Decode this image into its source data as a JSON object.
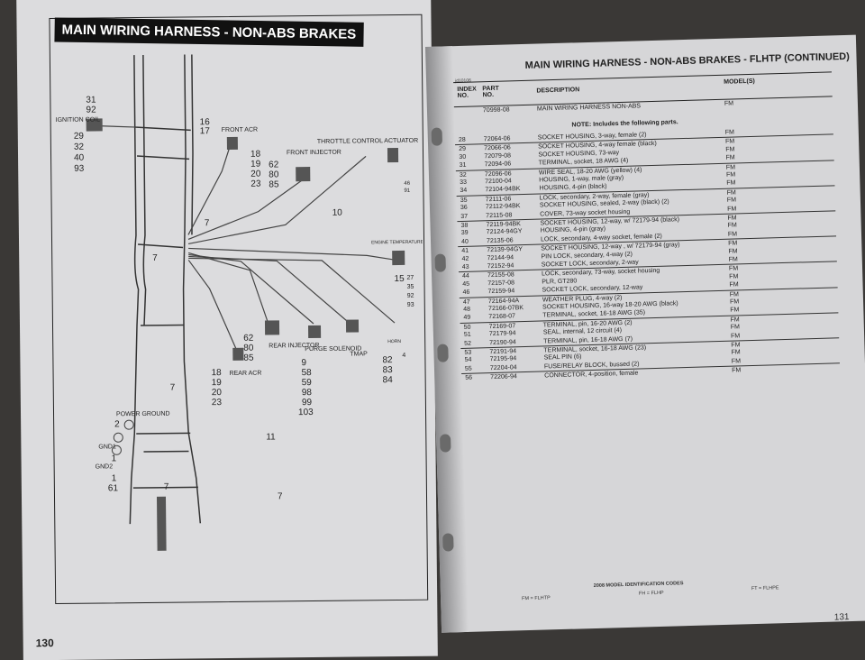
{
  "left_page": {
    "title": "MAIN WIRING HARNESS - NON-ABS BRAKES",
    "page_number": "130",
    "callouts": {
      "ignition_coil": "IGNITION COIL",
      "ign_nums_top": [
        "31",
        "92"
      ],
      "ign_nums_bottom": [
        "29",
        "32",
        "40",
        "93"
      ],
      "n16_17": [
        "16",
        "17"
      ],
      "front_acr": "FRONT ACR",
      "front_acr_nums": [
        "18",
        "19",
        "20",
        "23"
      ],
      "front_injector": "FRONT INJECTOR",
      "front_injector_nums": [
        "62",
        "80",
        "85"
      ],
      "throttle": "THROTTLE CONTROL ACTUATOR",
      "throttle_nums": [
        "46",
        "91"
      ],
      "n10": "10",
      "n7": "7",
      "engine_temp": "ENGINE TEMPERATURE",
      "n15": "15",
      "engine_temp_nums": [
        "27",
        "35",
        "92",
        "93"
      ],
      "rear_injector": "REAR INJECTOR",
      "rear_injector_nums": [
        "62",
        "80",
        "85"
      ],
      "purge_solenoid": "PURGE SOLENOID",
      "purge_nums": [
        "9",
        "58",
        "59",
        "98",
        "99",
        "103"
      ],
      "tmap": "TMAP",
      "tmap_nums": [
        "82",
        "83",
        "84"
      ],
      "horn": "HORN",
      "n4": "4",
      "rear_acr": "REAR ACR",
      "rear_acr_nums": [
        "18",
        "19",
        "20",
        "23"
      ],
      "power_ground": "POWER GROUND",
      "n2": "2",
      "gnd1": "GND1",
      "n1": "1",
      "gnd2": "GND2",
      "gnd2_nums": [
        "1",
        "61"
      ],
      "n11": "11"
    }
  },
  "right_page": {
    "title": "MAIN WIRING HARNESS - NON-ABS BRAKES - FLHTP (CONTINUED)",
    "code": "jd10106",
    "headers": {
      "index": "INDEX NO.",
      "part": "PART NO.",
      "description": "DESCRIPTION",
      "models": "MODEL(S)"
    },
    "main_row": {
      "part": "70998-08",
      "description": "MAIN WIRING HARNESS NON-ABS",
      "model": "FM"
    },
    "note": "NOTE: Includes the following parts.",
    "rows": [
      {
        "idx": "28",
        "part": "72064-06",
        "desc": "SOCKET HOUSING, 3-way, female (2)",
        "model": "FM"
      },
      {
        "idx": "29",
        "part": "72066-06",
        "desc": "SOCKET HOUSING, 4-way female (black)",
        "model": "FM"
      },
      {
        "idx": "30",
        "part": "72079-08",
        "desc": "SOCKET HOUSING, 73-way",
        "model": "FM"
      },
      {
        "idx": "31",
        "part": "72094-06",
        "desc": "TERMINAL, socket, 18 AWG (4)",
        "model": "FM"
      },
      {
        "idx": "32",
        "part": "72096-06",
        "desc": "WIRE SEAL, 18-20 AWG (yellow) (4)",
        "model": "FM"
      },
      {
        "idx": "33",
        "part": "72100-04",
        "desc": "HOUSING, 1-way, male (gray)",
        "model": "FM"
      },
      {
        "idx": "34",
        "part": "72104-94BK",
        "desc": "HOUSING, 4-pin (black)",
        "model": "FM"
      },
      {
        "idx": "35",
        "part": "72111-06",
        "desc": "LOCK, secondary, 2-way, female (gray)",
        "model": "FM"
      },
      {
        "idx": "36",
        "part": "72112-94BK",
        "desc": "SOCKET HOUSING, sealed, 2-way (black) (2)",
        "model": "FM"
      },
      {
        "idx": "37",
        "part": "72115-08",
        "desc": "COVER, 73-way socket housing",
        "model": "FM"
      },
      {
        "idx": "38",
        "part": "72119-94BK",
        "desc": "SOCKET HOUSING, 12-way, w/ 72179-94 (black)",
        "model": "FM"
      },
      {
        "idx": "39",
        "part": "72124-94GY",
        "desc": "HOUSING, 4-pin (gray)",
        "model": "FM"
      },
      {
        "idx": "40",
        "part": "72135-06",
        "desc": "LOCK, secondary, 4-way socket, female (2)",
        "model": "FM"
      },
      {
        "idx": "41",
        "part": "72139-94GY",
        "desc": "SOCKET HOUSING, 12-way , w/ 72179-94 (gray)",
        "model": "FM"
      },
      {
        "idx": "42",
        "part": "72144-94",
        "desc": "PIN LOCK, secondary, 4-way (2)",
        "model": "FM"
      },
      {
        "idx": "43",
        "part": "72152-94",
        "desc": "SOCKET LOCK, secondary, 2-way",
        "model": "FM"
      },
      {
        "idx": "44",
        "part": "72155-08",
        "desc": "LOCK, secondary, 73-way, socket housing",
        "model": "FM"
      },
      {
        "idx": "45",
        "part": "72157-08",
        "desc": "PLR, GT280",
        "model": "FM"
      },
      {
        "idx": "46",
        "part": "72159-94",
        "desc": "SOCKET LOCK, secondary, 12-way",
        "model": "FM"
      },
      {
        "idx": "47",
        "part": "72164-94A",
        "desc": "WEATHER PLUG, 4-way (2)",
        "model": "FM"
      },
      {
        "idx": "48",
        "part": "72166-07BK",
        "desc": "SOCKET HOUSING, 16-way 18-20 AWG (black)",
        "model": "FM"
      },
      {
        "idx": "49",
        "part": "72168-07",
        "desc": "TERMINAL, socket, 16-18 AWG (35)",
        "model": "FM"
      },
      {
        "idx": "50",
        "part": "72169-07",
        "desc": "TERMINAL, pin, 16-20 AWG (2)",
        "model": "FM"
      },
      {
        "idx": "51",
        "part": "72179-94",
        "desc": "SEAL, internal, 12 circuit (4)",
        "model": "FM"
      },
      {
        "idx": "52",
        "part": "72190-94",
        "desc": "TERMINAL, pin, 16-18 AWG (7)",
        "model": "FM"
      },
      {
        "idx": "53",
        "part": "72191-94",
        "desc": "TERMINAL, socket, 16-18 AWG (23)",
        "model": "FM"
      },
      {
        "idx": "54",
        "part": "72195-94",
        "desc": "SEAL PIN (6)",
        "model": "FM"
      },
      {
        "idx": "55",
        "part": "72204-04",
        "desc": "FUSE/RELAY BLOCK, bussed (2)",
        "model": "FM"
      },
      {
        "idx": "56",
        "part": "72206-94",
        "desc": "CONNECTOR, 4-position, female",
        "model": "FM"
      }
    ],
    "footer": {
      "title": "2008 MODEL IDENTIFICATION CODES",
      "codes": [
        "FM = FLHTP",
        "FH = FLHP",
        "FT = FLHPE"
      ]
    },
    "page_number": "131"
  }
}
